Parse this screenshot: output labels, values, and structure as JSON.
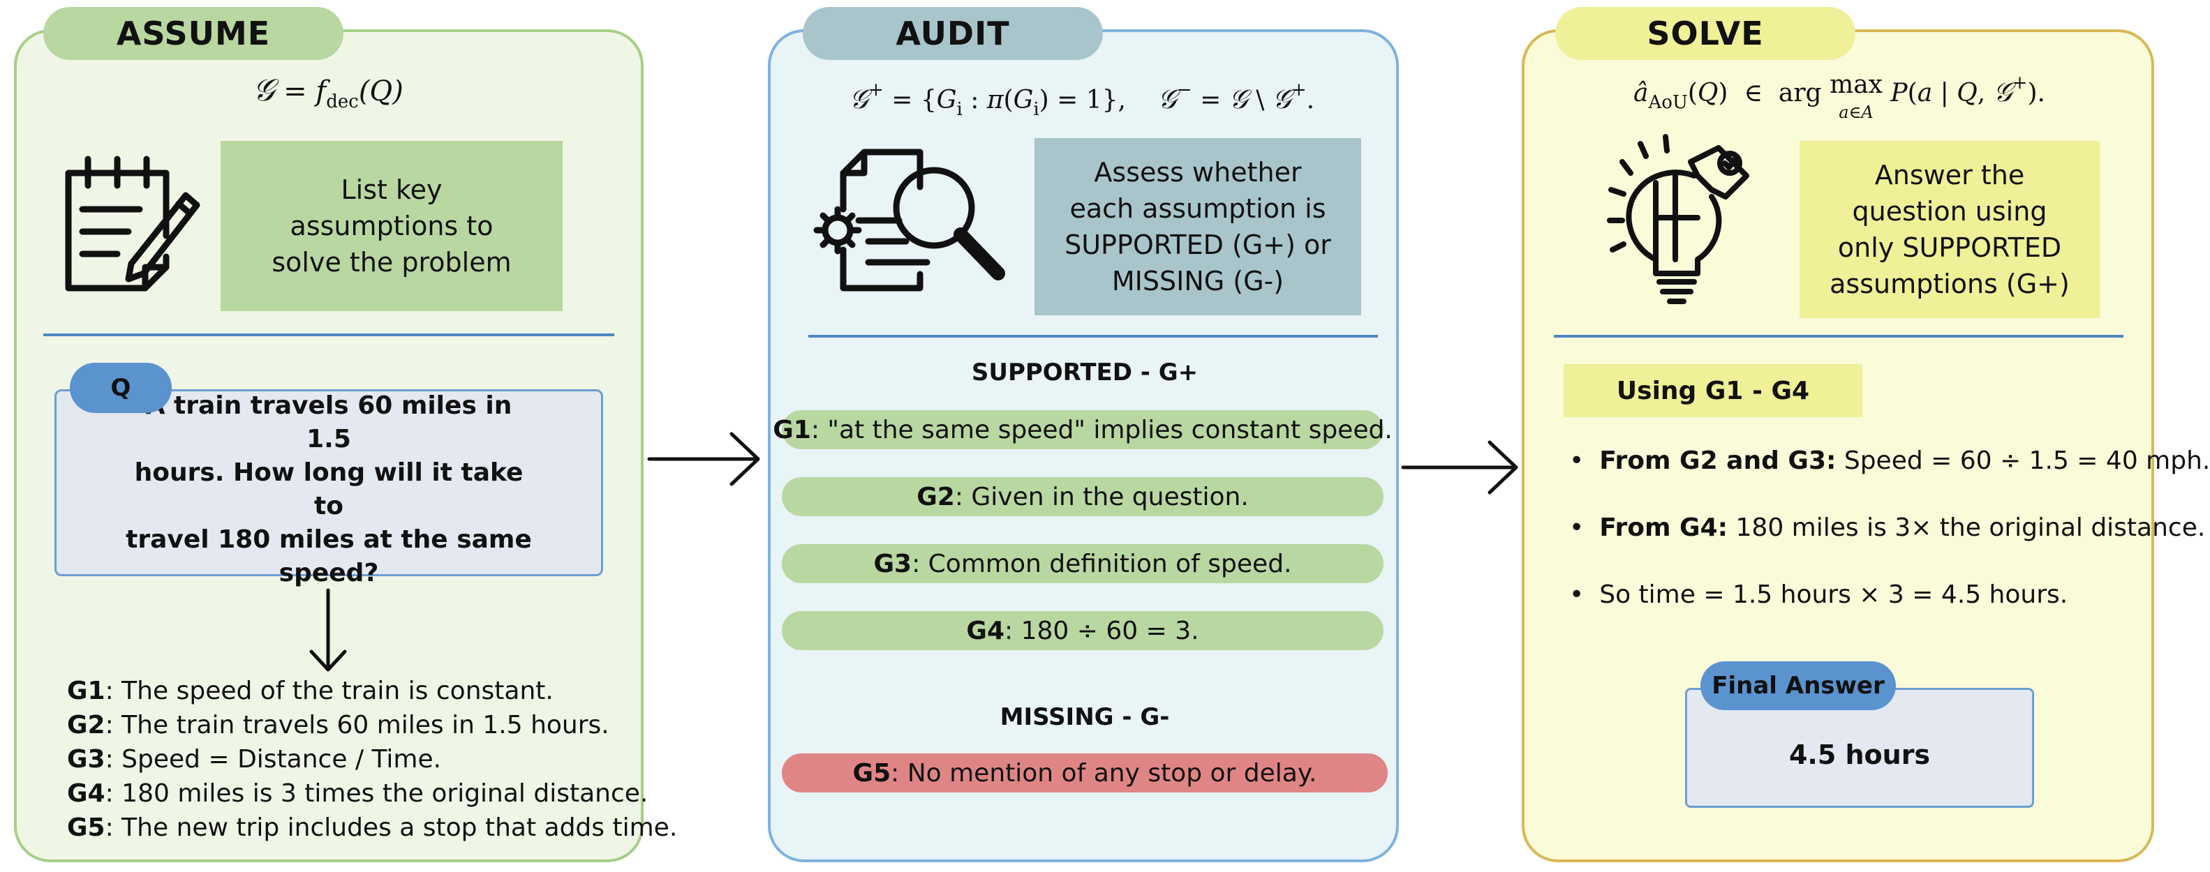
{
  "assume": {
    "title": "ASSUME",
    "formula_rhs": "f",
    "formula_sub": "dec",
    "formula_arg": "(Q)",
    "instruction_lines": [
      "List key",
      "assumptions to",
      "solve the problem"
    ],
    "question_tag": "Q",
    "question_lines": [
      "A train travels 60 miles in 1.5",
      "hours. How long will it take to",
      "travel 180 miles at the same",
      "speed?"
    ],
    "assumptions": [
      {
        "id": "G1",
        "text": ": The speed of the train is constant."
      },
      {
        "id": "G2",
        "text": ": The train travels 60 miles in 1.5 hours."
      },
      {
        "id": "G3",
        "text": ": Speed = Distance / Time."
      },
      {
        "id": "G4",
        "text": ": 180 miles is 3 times the original distance."
      },
      {
        "id": "G5",
        "text": ": The new trip includes a stop that adds time."
      }
    ]
  },
  "audit": {
    "title": "AUDIT",
    "instruction_lines": [
      "Assess whether",
      "each assumption is",
      "SUPPORTED (G+) or",
      "MISSING (G-)"
    ],
    "supported_title": "SUPPORTED - G+",
    "supported": [
      {
        "id": "G1",
        "text": ": \"at the same speed\" implies constant speed."
      },
      {
        "id": "G2",
        "text": ": Given in the question."
      },
      {
        "id": "G3",
        "text": ": Common definition of speed."
      },
      {
        "id": "G4",
        "text": ": 180 ÷ 60 = 3."
      }
    ],
    "missing_title": "MISSING - G-",
    "missing": [
      {
        "id": "G5",
        "text": ": No mention of any stop or delay."
      }
    ]
  },
  "solve": {
    "title": "SOLVE",
    "instruction_lines": [
      "Answer the",
      "question using",
      "only SUPPORTED",
      "assumptions (G+)"
    ],
    "using_label": "Using G1 - G4",
    "steps": [
      {
        "lead": "From G2 and G3:",
        "text": " Speed = 60 ÷ 1.5 = 40 mph."
      },
      {
        "lead": "From G4:",
        "text": " 180 miles is 3× the original distance."
      },
      {
        "lead": "",
        "text": "So time = 1.5 hours × 3 = 4.5 hours."
      }
    ],
    "final_tag": "Final Answer",
    "final_value": "4.5 hours"
  },
  "colors": {
    "assume_bg": "#f0f6e6",
    "assume_accent": "#b9d7a1",
    "audit_bg": "#e9f4f7",
    "audit_accent": "#a9c5cc",
    "solve_bg": "#fafbd9",
    "solve_accent": "#eff097",
    "supported_pill": "#b9d7a1",
    "missing_pill": "#e08585",
    "tag_blue": "#5b93cf"
  },
  "icons": [
    "notepad-pencil-icon",
    "document-magnifier-icon",
    "lightbulb-puzzle-icon"
  ]
}
